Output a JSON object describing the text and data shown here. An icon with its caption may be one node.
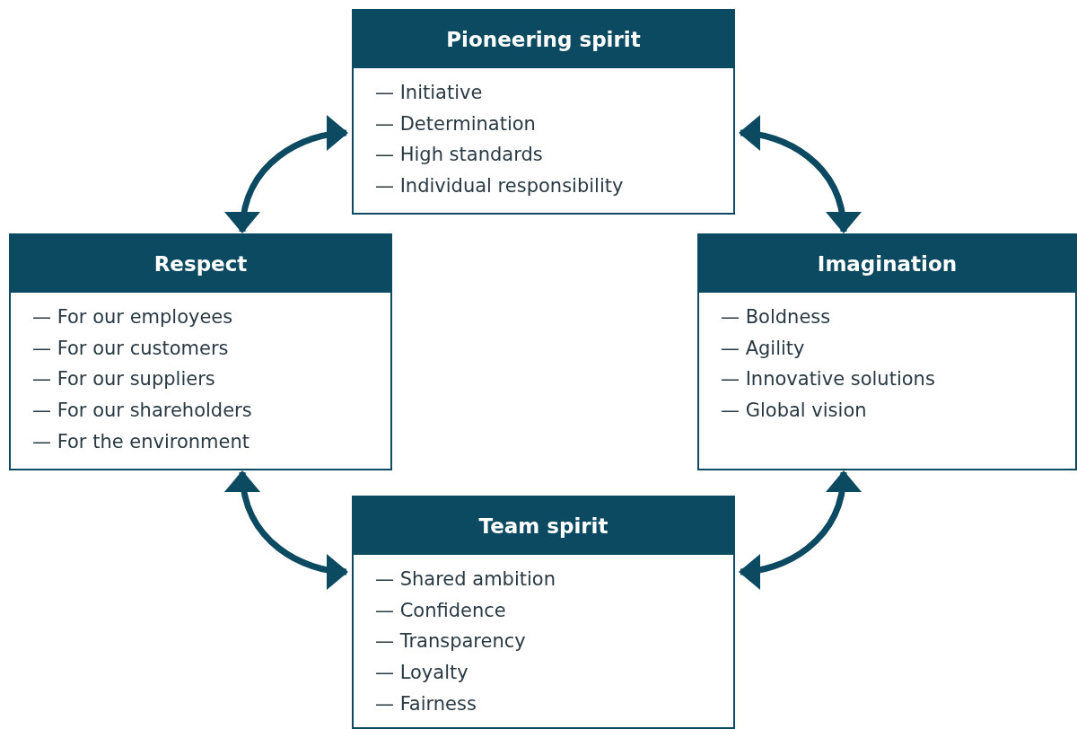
{
  "diagram": {
    "nodes": [
      {
        "text": [
          "Pioneering spirit",
          "— Initiative",
          "— Determination",
          "— High standards",
          "— Individual responsibility"
        ]
      },
      {
        "text": [
          "Respect",
          "— For our employees",
          "— For our customers",
          "— For our suppliers",
          "— For our shareholders",
          "— For the environment"
        ]
      },
      {
        "text": [
          "Imagination",
          "— Boldness",
          "— Agility",
          "— Innovative solutions",
          "— Global vision"
        ]
      },
      {
        "text": [
          "Team spirit",
          "— Shared ambition",
          "— Confidence",
          "— Transparency",
          "— Loyalty",
          "— Fairness"
        ]
      }
    ],
    "edges": [
      {
        "from": 0,
        "to": 1,
        "arrow": "both"
      },
      {
        "from": 0,
        "to": 2,
        "arrow": "both"
      },
      {
        "from": 1,
        "to": 3,
        "arrow": "both"
      },
      {
        "from": 2,
        "to": 3,
        "arrow": "both"
      }
    ]
  }
}
